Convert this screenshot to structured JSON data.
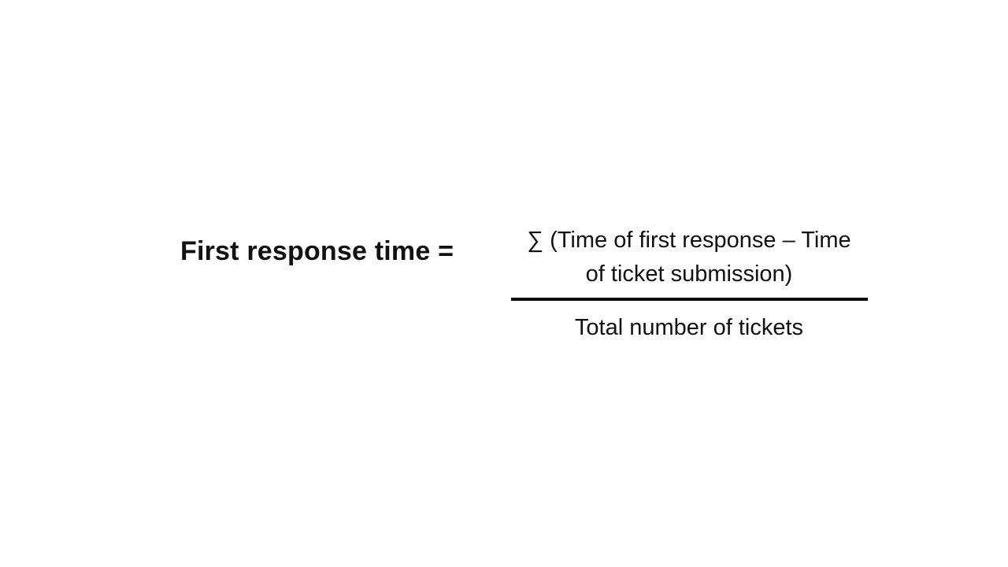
{
  "page": {
    "background_color": "#ffffff",
    "text_color": "#111111",
    "bar_color": "#0d0d0d"
  },
  "formula": {
    "label": "First response time =",
    "numerator_line1": "∑ (Time of first response – Time",
    "numerator_line2": "of ticket submission)",
    "denominator": "Total number of tickets"
  }
}
